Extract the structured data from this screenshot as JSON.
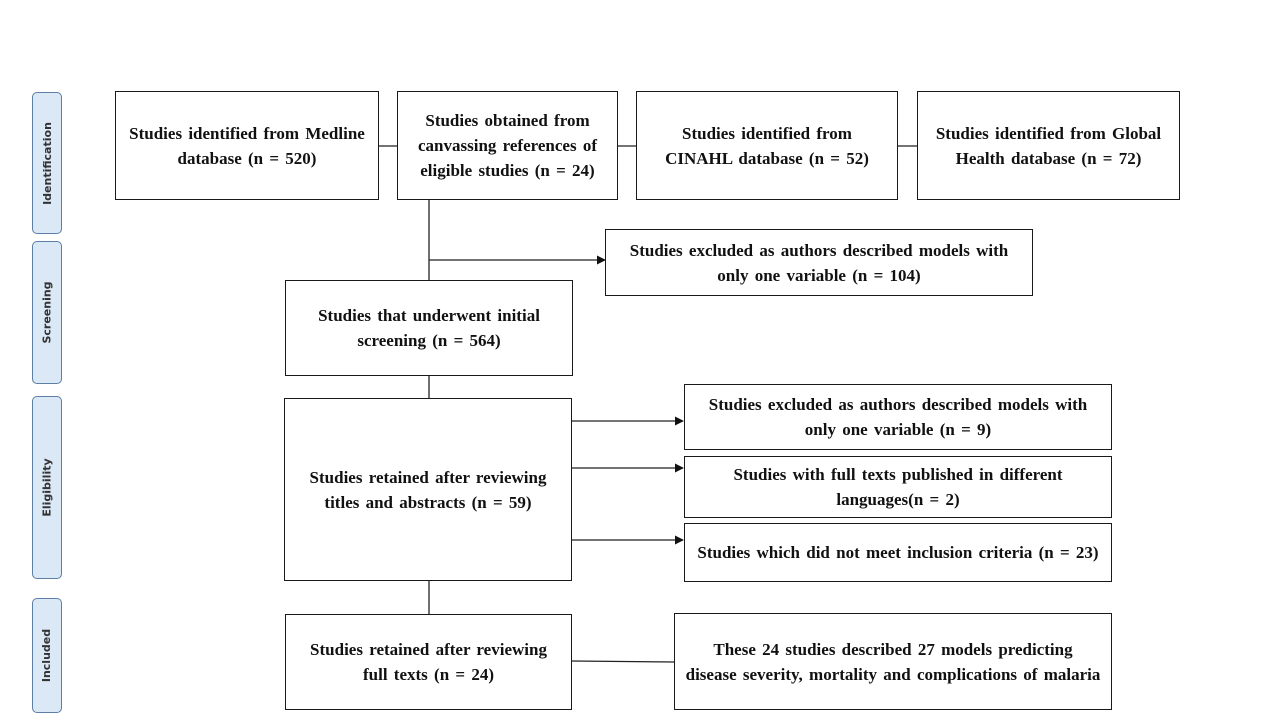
{
  "stages": {
    "identification": "Identification",
    "screening": "Screening",
    "eligibility": "Eligibility",
    "included": "Included"
  },
  "identification": {
    "medline": "Studies identified from Medline database (n = 520)",
    "references": "Studies obtained from canvassing references of eligible studies (n = 24)",
    "cinahl": "Studies identified from CINAHL database (n = 52)",
    "global_health": "Studies identified from Global Health database (n = 72)"
  },
  "screening": {
    "excluded_one_variable": "Studies excluded as authors described models with only one variable (n = 104)",
    "initial": "Studies that underwent initial screening (n = 564)"
  },
  "eligibility": {
    "retained_titles": "Studies retained after reviewing titles and abstracts (n = 59)",
    "excluded_one_variable": "Studies excluded as authors described models with only one variable (n = 9)",
    "different_languages": "Studies with full texts published in different languages(n = 2)",
    "not_meet_criteria": "Studies which did not meet inclusion criteria (n = 23)"
  },
  "included": {
    "retained_full_texts": "Studies retained after reviewing full texts (n = 24)",
    "described_models": "These 24 studies described 27 models predicting disease severity, mortality and complications of malaria"
  }
}
